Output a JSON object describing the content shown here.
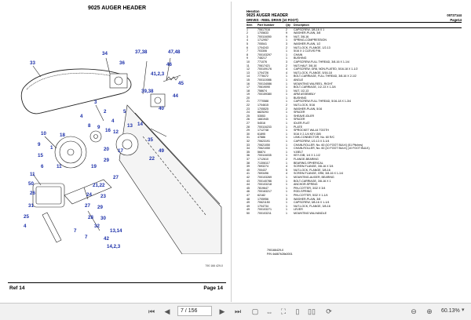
{
  "left_page": {
    "title": "9025 AUGER HEADER",
    "figure_code": "790 166 429-0",
    "footer_left": "Ref 14",
    "footer_right": "Page 14",
    "callouts": [
      "33",
      "34",
      "37,38",
      "36",
      "47,48",
      "46",
      "41,2,3",
      "45",
      "39,38",
      "44",
      "40",
      "3",
      "2",
      "4",
      "5",
      "4",
      "8",
      "9",
      "16",
      "12",
      "13",
      "14",
      "10",
      "9",
      "15",
      "1",
      "18",
      "6",
      "11",
      "11",
      "20",
      "17",
      "29",
      "19",
      "50",
      "26",
      "21,22",
      "27",
      "24",
      "23",
      "29",
      "27",
      "31",
      "28",
      "30",
      "32",
      "35",
      "49",
      "22",
      "25",
      "4",
      "7",
      "7",
      "42",
      "14,2,3",
      "13,14"
    ]
  },
  "right_page": {
    "brand": "Hesston",
    "title": "9025 AUGER HEADER",
    "doc_number": "00727144",
    "subtitle": "DRIVES - REEL DRIVE (10 FOOT)",
    "page_label": "Page14",
    "columns": [
      "Item",
      "Part Number",
      "Qty",
      "Description"
    ],
    "rows": [
      [
        "1",
        "70617016",
        "2",
        "CAPSCREW, 3/8-16 X 1"
      ],
      [
        "2",
        "1705633",
        "9",
        "WASHER-PLAIN, 3/8"
      ],
      [
        "3",
        "700116050",
        "9",
        "NUT, 3/8-16"
      ],
      [
        "4",
        "1712957",
        "1",
        "SPRING-COMPRESSION"
      ],
      [
        "5",
        "705541",
        "3",
        "WASHER-PLAIN, 1/2"
      ],
      [
        "6",
        "1704243",
        "2",
        "NUT-LOCK, FLANGE, 1/2-13"
      ],
      [
        "7",
        "703306",
        "1",
        "5/16 X 1 CLEVIS PIN"
      ],
      [
        "8",
        "700103297",
        "1",
        "CHAIN"
      ],
      [
        "9",
        "748217",
        "1",
        "BUSHING"
      ],
      [
        "10",
        "771076",
        "3",
        "CAPSCREW-FULL THREAD, 3/8-16 X 1-1/4"
      ],
      [
        "11",
        "70617421",
        "2",
        "NUT-HALF, 3/8-16"
      ],
      [
        "12",
        "700109176",
        "4",
        "CAPSCREW, GR8, NON-PLATED, 5/16-18 X 1-1/2"
      ],
      [
        "13",
        "1704726",
        "4",
        "NUT-LOCK, FLANGE, 5/16-18"
      ],
      [
        "14",
        "7778472",
        "1",
        "BOLT-CARRIAGE, FULL THREAD, 3/8-16 X 2-1/2"
      ],
      [
        "15",
        "700110086",
        "1",
        "ANGLE"
      ],
      [
        "16",
        "700134086",
        "1",
        "MOUNTING WA-REEL, RIGHT"
      ],
      [
        "17",
        "70619090",
        "1",
        "BOLT-CARRIAGE, 1/2-13 X 1-3/4"
      ],
      [
        "18",
        "758674",
        "1",
        "NUT, 1/2-13"
      ],
      [
        "19",
        "700159380",
        "1",
        "ARM ASSEMBLY"
      ],
      [
        "20",
        "",
        "1",
        "BUSHING"
      ],
      [
        "21",
        "7770588",
        "1",
        "CAPSCREW-FULL THREAD, 5/16-18 X 1-3/4"
      ],
      [
        "22",
        "1704615",
        "2",
        "NUT-LOCK, 5/16"
      ],
      [
        "23",
        "1705525",
        "2",
        "WASHER-PLAIN, 5/16"
      ],
      [
        "24",
        "6825293",
        "1",
        "SPACER"
      ],
      [
        "25",
        "53553",
        "1",
        "SHEAVE-IDLER"
      ],
      [
        "26",
        "1661945",
        "1",
        "SPACER"
      ],
      [
        "27",
        "54516",
        "1",
        "IDLER-FLAT"
      ],
      [
        "28",
        "700116233",
        "1",
        "PLATE"
      ],
      [
        "29",
        "1712748",
        "1",
        "SPROCKET WA-44 TOOTH"
      ],
      [
        "30",
        "61895",
        "1",
        "5/16 X 2-1/4 KEY-GIB"
      ],
      [
        "31",
        "47886",
        "1",
        "LINK-CONNECTOR, No. 60 R/C"
      ],
      [
        "32",
        "70623191",
        "1",
        "CAPSCREW, 1/2-13 X 3-1/4"
      ],
      [
        "33",
        "70621050",
        "1",
        "CHAIN-ROLLER, No. 60 (10 FOOT BULK) (51 Pitches)"
      ],
      [
        "34",
        "70621050",
        "1",
        "CHAIN-ROLLER, No. 60 (10 FOOT BULK) (10 FOOT BULK)"
      ],
      [
        "35",
        "56874",
        "1",
        "V-BELT"
      ],
      [
        "36",
        "700116035",
        "1",
        "KEY-GIB, 1/4 X 1-1/2"
      ],
      [
        "37",
        "1712610",
        "2",
        "FLANGE-BEARING"
      ],
      [
        "38",
        "71306117",
        "1",
        "BEARING-SPHERICAL"
      ],
      [
        "39",
        "7693274",
        "4",
        "SCREW-FLANGE, 3/8-16 X 3/4"
      ],
      [
        "40",
        "700437",
        "5",
        "NUT-LOCK, FLANGE, 3/8-16"
      ],
      [
        "41",
        "7693496",
        "4",
        "SCREW-FLANGE, GR8, 3/8-16 X 1-1/4"
      ],
      [
        "42",
        "700103269",
        "1",
        "MOUNTING-AUGER, BEARING"
      ],
      [
        "43",
        "700140786",
        "1",
        "BOLT-CARRIAGE, 3/8-16 X 1"
      ],
      [
        "44",
        "700103218",
        "1",
        "ANCHOR-SPRING"
      ],
      [
        "45",
        "7819647",
        "1",
        "PIN-COTTER, 3/32 X 3/4"
      ],
      [
        "46",
        "700163217",
        "1",
        "ROD-SPRING"
      ],
      [
        "47",
        "62182",
        "1",
        "PIN-COTTER, 5/32 X 1-1/4"
      ],
      [
        "48",
        "1705956",
        "3",
        "WASHER-PLAIN, 3/8"
      ],
      [
        "49",
        "70621150",
        "1",
        "CAPSCREW, 3/8-16 X 1-1/4"
      ],
      [
        "49",
        "1704734",
        "1",
        "NUT-LOCK, FLANGE, 3/8-16"
      ],
      [
        "49",
        "700103271",
        "1",
        "LEVER"
      ],
      [
        "50",
        "700103211",
        "1",
        "MOUNTING WA-HANDLE"
      ]
    ],
    "footer_line1": "790166429-0",
    "footer_line2": "P/N 4s667b28s0001"
  },
  "toolbar": {
    "page_value": "7 / 156",
    "zoom": "60.13%"
  }
}
